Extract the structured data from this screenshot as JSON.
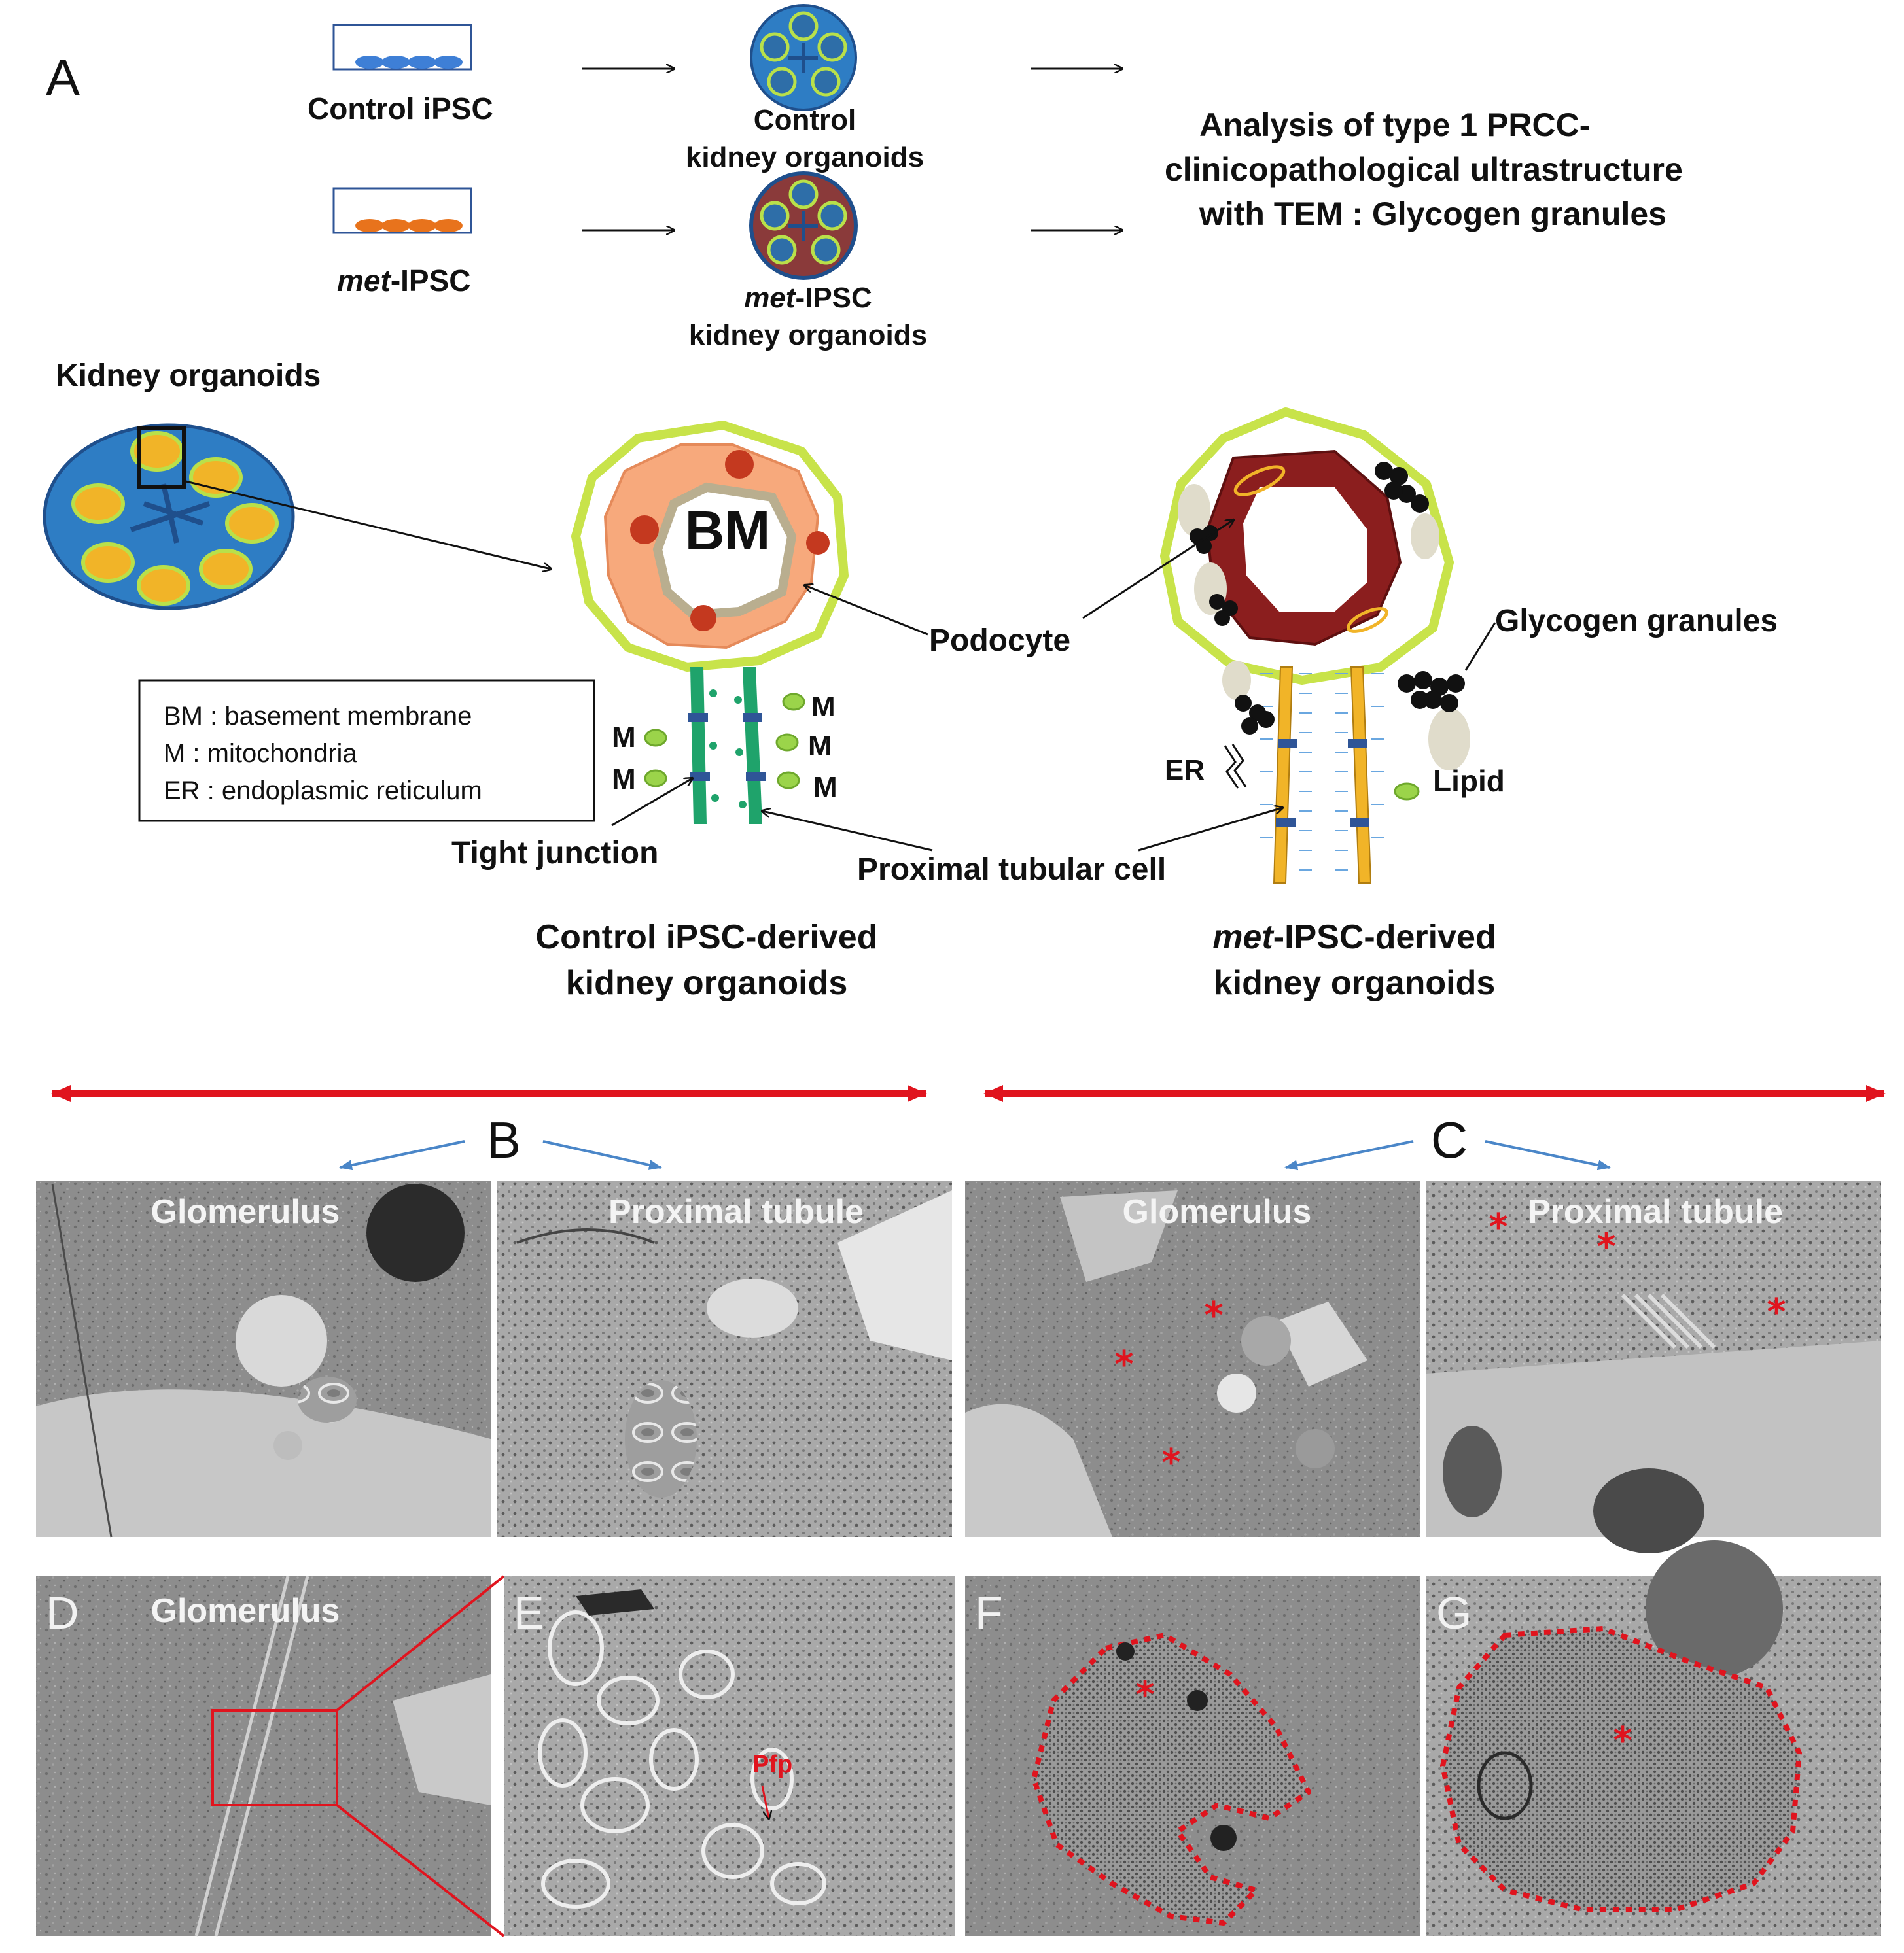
{
  "panel_a": {
    "letter": "A",
    "control_ipsc": "Control iPSC",
    "met_prefix": "met",
    "met_ipsc_suffix": "-IPSC",
    "control_organoids_l1": "Control",
    "control_organoids_l2": "kidney organoids",
    "met_organoids_prefix": "met",
    "met_organoids_l1_suffix": "-IPSC",
    "met_organoids_l2": "kidney organoids",
    "analysis_l1": "Analysis of type 1 PRCC-",
    "analysis_l2": "clinicopathological ultrastructure",
    "analysis_l3": "with TEM : Glycogen granules",
    "kidney_organoids": "Kidney organoids",
    "bm_label": "BM",
    "podocyte": "Podocyte",
    "glycogen_granules": "Glycogen granules",
    "lipid": "Lipid",
    "er": "ER",
    "m": "M",
    "tight_junction": "Tight junction",
    "proximal_tubular_cell": "Proximal tubular cell",
    "legend": {
      "bm": "BM : basement membrane",
      "m": "M : mitochondria",
      "er": "ER : endoplasmic reticulum"
    },
    "control_caption_l1": "Control iPSC-derived",
    "control_caption_l2": "kidney organoids",
    "met_caption_prefix": "met",
    "met_caption_l1_suffix": "-IPSC-derived",
    "met_caption_l2": "kidney organoids"
  },
  "panel_b": {
    "letter": "B",
    "glomerulus": "Glomerulus",
    "proximal_tubule": "Proximal tubule"
  },
  "panel_c": {
    "letter": "C",
    "glomerulus": "Glomerulus",
    "proximal_tubule": "Proximal tubule",
    "marker": "*"
  },
  "panel_d": {
    "letter": "D",
    "glomerulus": "Glomerulus"
  },
  "panel_e": {
    "letter": "E",
    "pfp": "Pfp"
  },
  "panel_f": {
    "letter": "F",
    "marker": "*"
  },
  "panel_g": {
    "letter": "G",
    "marker": "*"
  },
  "colors": {
    "organoid_blue": "#2e7dc4",
    "podocyte_green": "#c8e34a",
    "tubule_green": "#1fa36b",
    "tubule_orange": "#f1b428",
    "red_arrow": "#e0141e",
    "blue_arrow": "#4a86c8"
  }
}
